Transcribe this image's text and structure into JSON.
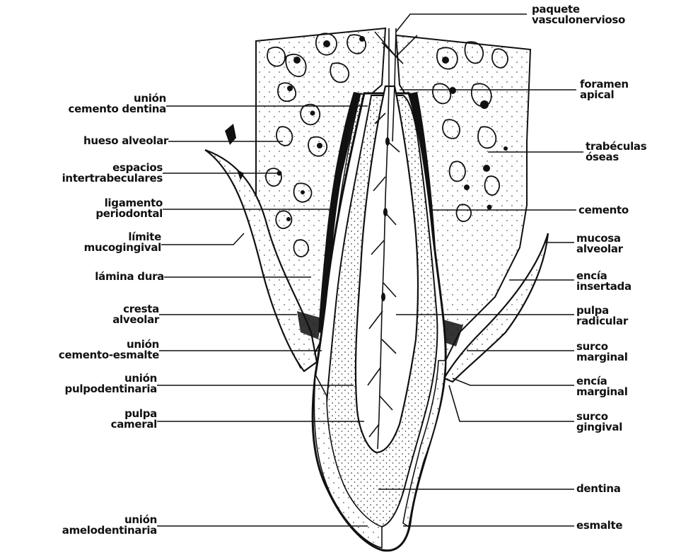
{
  "diagram": {
    "ink_color": "#111111",
    "paper_color": "#ffffff",
    "labels_left": [
      {
        "id": "union-cemento-dentina",
        "lines": [
          "unión",
          "cemento dentina"
        ]
      },
      {
        "id": "hueso-alveolar",
        "lines": [
          "hueso alveolar"
        ]
      },
      {
        "id": "espacios-intertrabeculares",
        "lines": [
          "espacios",
          "intertrabeculares"
        ]
      },
      {
        "id": "ligamento-periodontal",
        "lines": [
          "ligamento",
          "periodontal"
        ]
      },
      {
        "id": "limite-mucogingival",
        "lines": [
          "límite",
          "mucogingival"
        ]
      },
      {
        "id": "lamina-dura",
        "lines": [
          "lámina dura"
        ]
      },
      {
        "id": "cresta-alveolar",
        "lines": [
          "cresta",
          "alveolar"
        ]
      },
      {
        "id": "union-cemento-esmalte",
        "lines": [
          "unión",
          "cemento-esmalte"
        ]
      },
      {
        "id": "union-pulpodentinaria",
        "lines": [
          "unión",
          "pulpodentinaria"
        ]
      },
      {
        "id": "pulpa-cameral",
        "lines": [
          "pulpa",
          "cameral"
        ]
      },
      {
        "id": "union-amelodentinaria",
        "lines": [
          "unión",
          "amelodentinaria"
        ]
      }
    ],
    "labels_right": [
      {
        "id": "paquete-vasculonervioso",
        "lines": [
          "paquete",
          "vasculonervioso"
        ]
      },
      {
        "id": "foramen-apical",
        "lines": [
          "foramen",
          "apical"
        ]
      },
      {
        "id": "trabeculas-oseas",
        "lines": [
          "trabéculas",
          "óseas"
        ]
      },
      {
        "id": "cemento",
        "lines": [
          "cemento"
        ]
      },
      {
        "id": "mucosa-alveolar",
        "lines": [
          "mucosa",
          "alveolar"
        ]
      },
      {
        "id": "encia-insertada",
        "lines": [
          "encía",
          "insertada"
        ]
      },
      {
        "id": "pulpa-radicular",
        "lines": [
          "pulpa",
          "radicular"
        ]
      },
      {
        "id": "surco-marginal",
        "lines": [
          "surco",
          "marginal"
        ]
      },
      {
        "id": "encia-marginal",
        "lines": [
          "encía",
          "marginal"
        ]
      },
      {
        "id": "surco-gingival",
        "lines": [
          "surco",
          "gingival"
        ]
      },
      {
        "id": "dentina",
        "lines": [
          "dentina"
        ]
      },
      {
        "id": "esmalte",
        "lines": [
          "esmalte"
        ]
      }
    ]
  }
}
